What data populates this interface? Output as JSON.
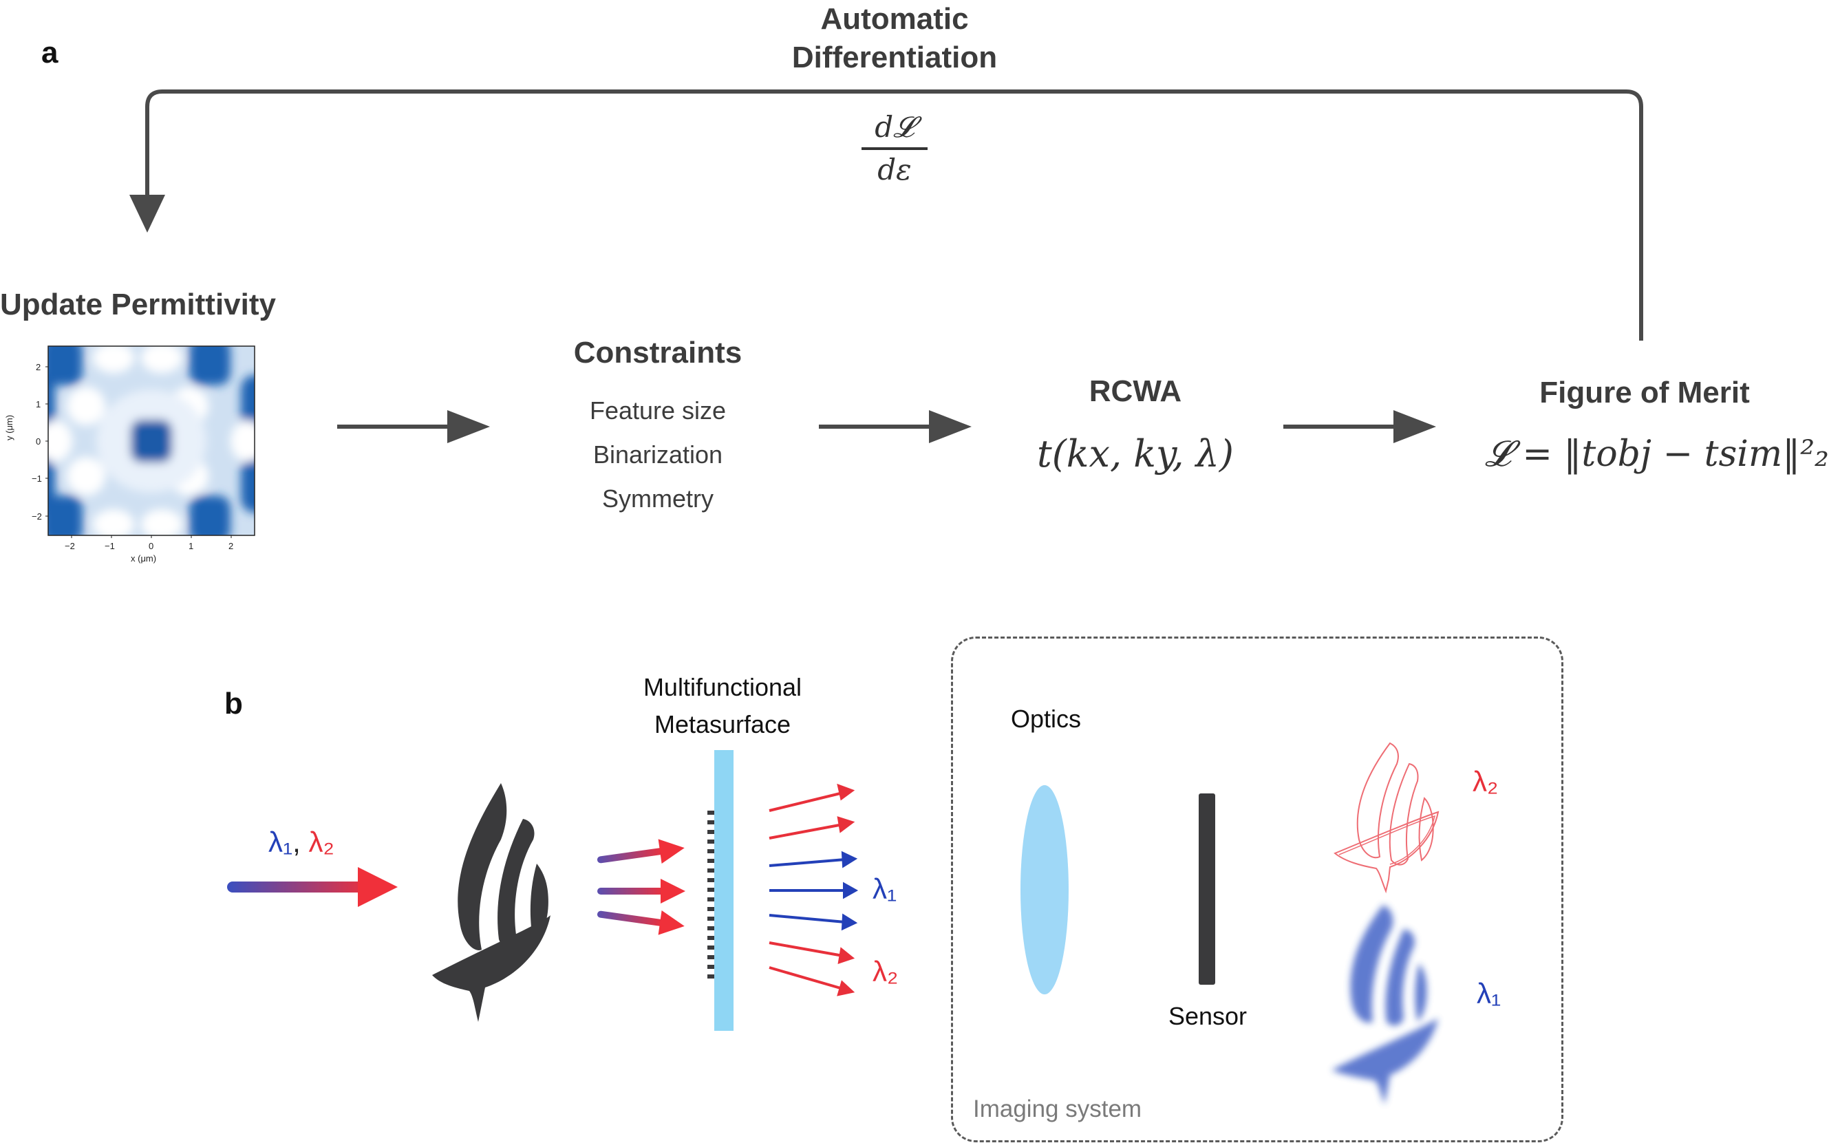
{
  "panel_a": {
    "label": "a",
    "feedback_title_line1": "Automatic",
    "feedback_title_line2": "Differentiation",
    "gradient_numerator": "d𝓛",
    "gradient_denominator": "dε",
    "update": {
      "title": "Update Permittivity",
      "x_axis_label": "x (μm)",
      "y_axis_label": "y (μm)",
      "x_ticks": [
        "−2",
        "−1",
        "0",
        "1",
        "2"
      ],
      "y_ticks": [
        "2",
        "1",
        "0",
        "−1",
        "−2"
      ],
      "colormap_colors": [
        "#ffffff",
        "#1f64b4"
      ]
    },
    "constraints": {
      "title": "Constraints",
      "items": [
        "Feature size",
        "Binarization",
        "Symmetry"
      ]
    },
    "rcwa": {
      "title": "RCWA",
      "formula": "t(kx, ky, λ)"
    },
    "merit": {
      "title": "Figure of Merit",
      "formula": "𝓛 = ‖tobj − tsim‖²₂"
    }
  },
  "panel_b": {
    "label": "b",
    "input_label_l1": "λ₁",
    "input_label_sep": ",",
    "input_label_l2": "λ₂",
    "metasurface_label_line1": "Multifunctional",
    "metasurface_label_line2": "Metasurface",
    "out_label_l1": "λ₁",
    "out_label_l2": "λ₂",
    "optics_label": "Optics",
    "sensor_label": "Sensor",
    "imaging_system_label": "Imaging system",
    "image_label_l2": "λ₂",
    "image_label_l1": "λ₁",
    "colors": {
      "blue": "#2340b8",
      "red": "#e8303a",
      "lens": "#9fd8f7",
      "metasurface": "#8fd6f4",
      "sensor": "#3a3a3c",
      "dark": "#3a3a3c"
    }
  }
}
